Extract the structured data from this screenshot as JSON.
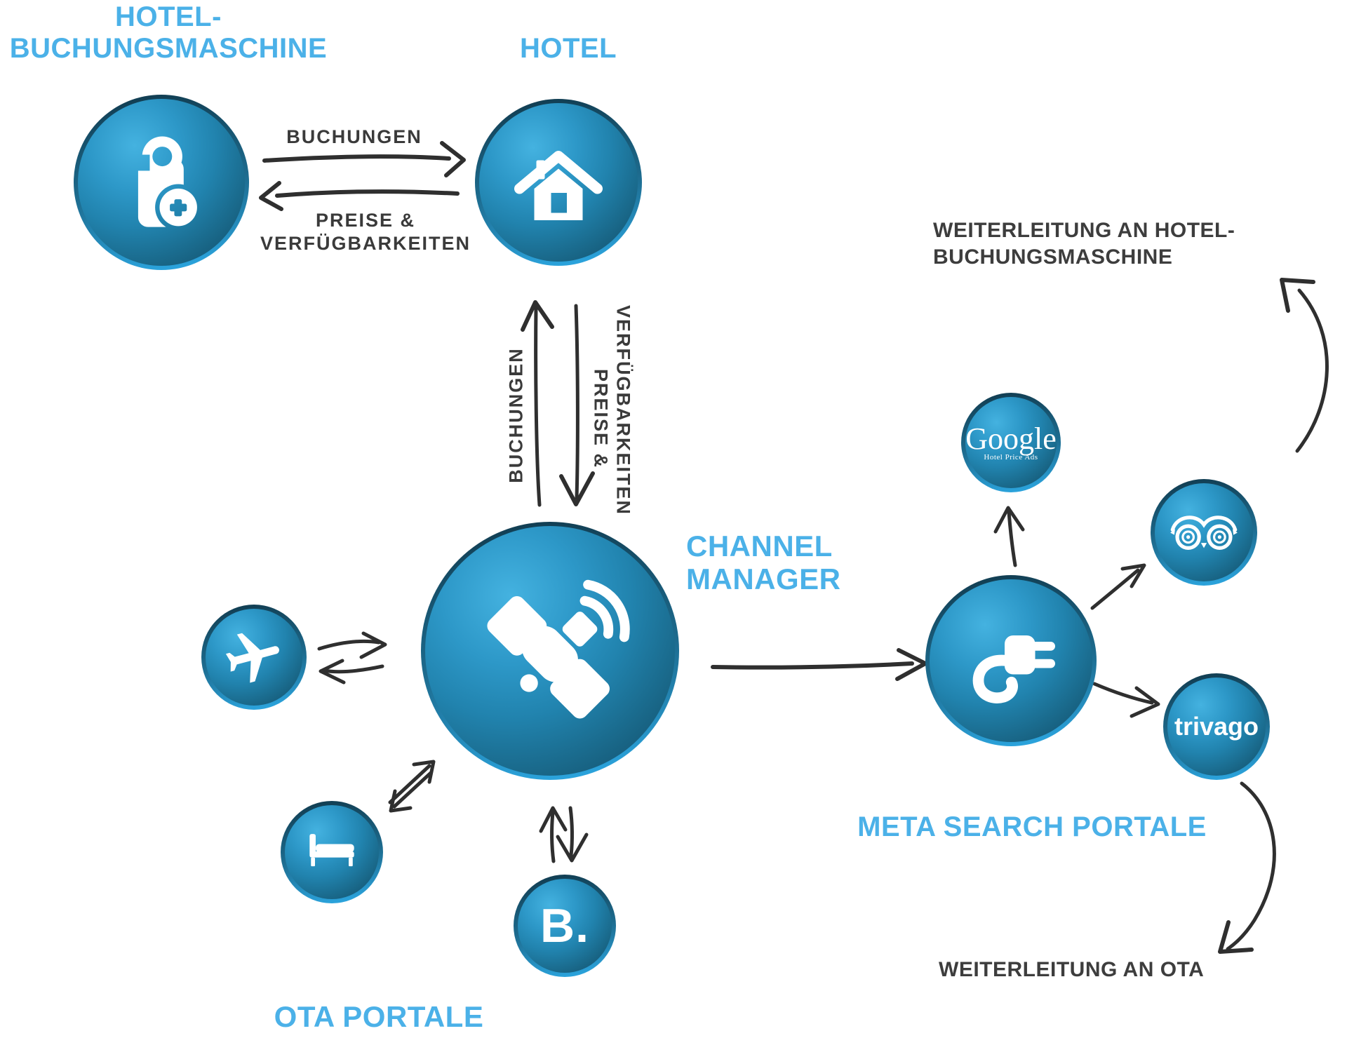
{
  "palette": {
    "accent_blue": "#4bb1e8",
    "text_dark": "#3d3d3d",
    "arrow_color": "#2f2f2f",
    "sphere_highlight": "#44b2e0",
    "sphere_dark": "#144f6b",
    "rim_top": "#123f54",
    "rim_bottom": "#2ba3dc"
  },
  "labels": {
    "hbm_line1": "HOTEL-",
    "hbm_line2": "BUCHUNGSMASCHINE",
    "hotel": "HOTEL",
    "channel_manager_line1": "CHANNEL",
    "channel_manager_line2": "MANAGER",
    "ota_portale": "OTA PORTALE",
    "meta_search_portale": "META SEARCH PORTALE",
    "weiterleitung_hbm_line1": "WEITERLEITUNG AN HOTEL-",
    "weiterleitung_hbm_line2": "BUCHUNGSMASCHINE",
    "weiterleitung_ota": "WEITERLEITUNG AN OTA"
  },
  "flow_labels": {
    "buchungen_horizontal": "BUCHUNGEN",
    "preise_horizontal_line1": "PREISE &",
    "preise_horizontal_line2": "VERFÜGBARKEITEN",
    "buchungen_vertical": "BUCHUNGEN",
    "preise_vertical_line1": "PREISE &",
    "preise_vertical_line2": "VERFÜGBARKEITEN"
  },
  "nodes": {
    "hotel_buchungsmaschine": {
      "icon": "door-hanger-plus-icon"
    },
    "hotel": {
      "icon": "house-icon"
    },
    "channel_manager": {
      "icon": "satellite-icon"
    },
    "ota_flight_portal": {
      "icon": "airplane-icon"
    },
    "ota_hotel_portal": {
      "icon": "bed-icon"
    },
    "ota_booking_portal": {
      "text": "B."
    },
    "meta_search_hub": {
      "icon": "power-plug-icon"
    },
    "google_hotel_price_ads": {
      "text": "Google",
      "subtext": "Hotel Price Ads"
    },
    "tripadvisor": {
      "icon": "owl-icon"
    },
    "trivago": {
      "text": "trivago"
    }
  }
}
